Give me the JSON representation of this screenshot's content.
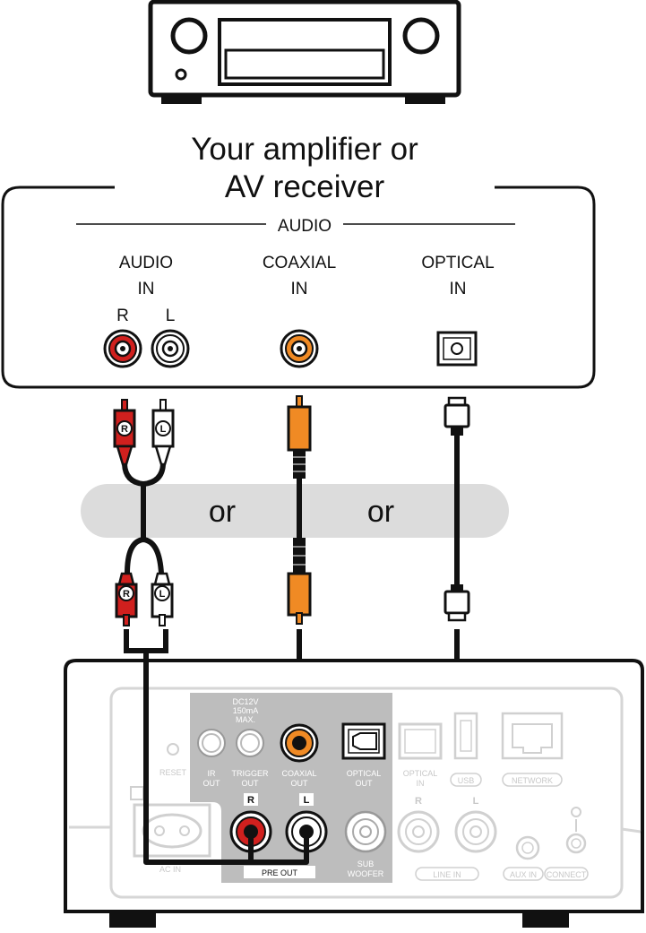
{
  "receiver": {
    "title_line1": "Your amplifier or",
    "title_line2": "AV receiver",
    "section": "AUDIO",
    "inputs": [
      {
        "line1": "AUDIO",
        "line2": "IN"
      },
      {
        "line1": "COAXIAL",
        "line2": "IN"
      },
      {
        "line1": "OPTICAL",
        "line2": "IN"
      }
    ],
    "channel_r": "R",
    "channel_l": "L"
  },
  "cables": {
    "or_1": "or",
    "or_2": "or",
    "plug_r": "R",
    "plug_l": "L"
  },
  "device": {
    "power": "DC12V\n150mA\nMAX.",
    "power_l1": "DC12V",
    "power_l2": "150mA",
    "power_l3": "MAX.",
    "reset": "RESET",
    "ir_out_1": "IR",
    "ir_out_2": "OUT",
    "trigger_1": "TRIGGER",
    "trigger_2": "OUT",
    "coaxial_1": "COAXIAL",
    "coaxial_2": "OUT",
    "optical_out_1": "OPTICAL",
    "optical_out_2": "OUT",
    "optical_in_1": "OPTICAL",
    "optical_in_2": "IN",
    "usb": "USB",
    "network": "NETWORK",
    "pre_out": "PRE OUT",
    "pre_r": "R",
    "pre_l": "L",
    "sub_1": "SUB",
    "sub_2": "WOOFER",
    "line_in": "LINE IN",
    "line_r": "R",
    "line_l": "L",
    "aux_in": "AUX IN",
    "connect": "CONNECT",
    "ac_in": "AC IN"
  },
  "colors": {
    "red": "#d0201e",
    "orange": "#f08a24",
    "gray_panel": "#bdbdbd",
    "or_band": "#dcdcdc",
    "faded": "#c8c8c8"
  }
}
